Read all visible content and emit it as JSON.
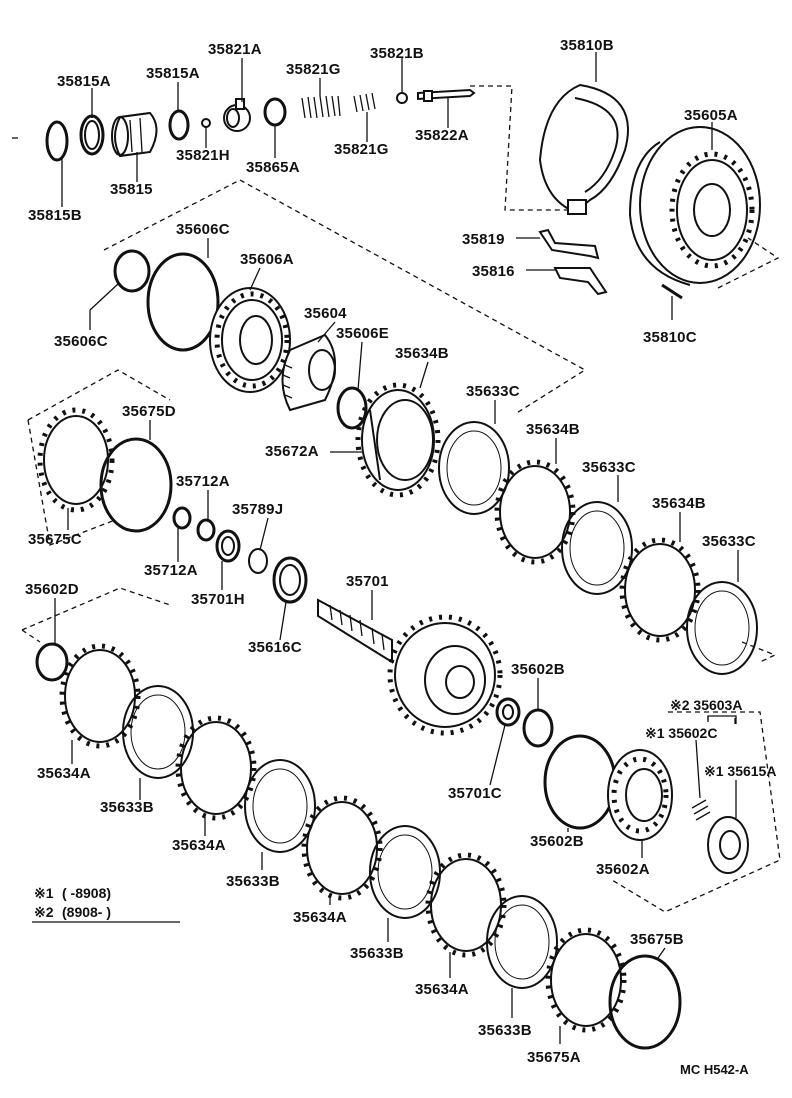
{
  "labels": {
    "p35815A_1": "35815A",
    "p35815A_2": "35815A",
    "p35821A": "35821A",
    "p35821G_1": "35821G",
    "p35821B": "35821B",
    "p35810B": "35810B",
    "p35815B": "35815B",
    "p35815": "35815",
    "p35821H": "35821H",
    "p35865A": "35865A",
    "p35821G_2": "35821G",
    "p35822A": "35822A",
    "p35605A": "35605A",
    "p35819": "35819",
    "p35816": "35816",
    "p35810C": "35810C",
    "p35606C_1": "35606C",
    "p35606A": "35606A",
    "p35606C_2": "35606C",
    "p35604": "35604",
    "p35606E": "35606E",
    "p35634B_1": "35634B",
    "p35633C_1": "35633C",
    "p35675D": "35675D",
    "p35634B_2": "35634B",
    "p35633C_2": "35633C",
    "p35672A": "35672A",
    "p35712A_1": "35712A",
    "p35789J": "35789J",
    "p35634B_3": "35634B",
    "p35633C_3": "35633C",
    "p35675C": "35675C",
    "p35712A_2": "35712A",
    "p35701H": "35701H",
    "p35602D": "35602D",
    "p35701": "35701",
    "p35616C": "35616C",
    "p35602B_1": "35602B",
    "p35603A": "※2 35603A",
    "p35602C": "※1 35602C",
    "p35615A": "※1 35615A",
    "p35634A_1": "35634A",
    "p35633B_1": "35633B",
    "p35701C": "35701C",
    "p35634A_2": "35634A",
    "p35602B_2": "35602B",
    "p35602A": "35602A",
    "p35633B_2": "35633B",
    "p35634A_3": "35634A",
    "p35633B_3": "35633B",
    "p35634A_4": "35634A",
    "p35675B": "35675B",
    "p35633B_4": "35633B",
    "p35675A": "35675A"
  },
  "notes": {
    "note1_mark": "※1",
    "note1_range": "(      -8908)",
    "note2_mark": "※2",
    "note2_range": "(8908-        )"
  },
  "diagram_code": "MC H542-A"
}
